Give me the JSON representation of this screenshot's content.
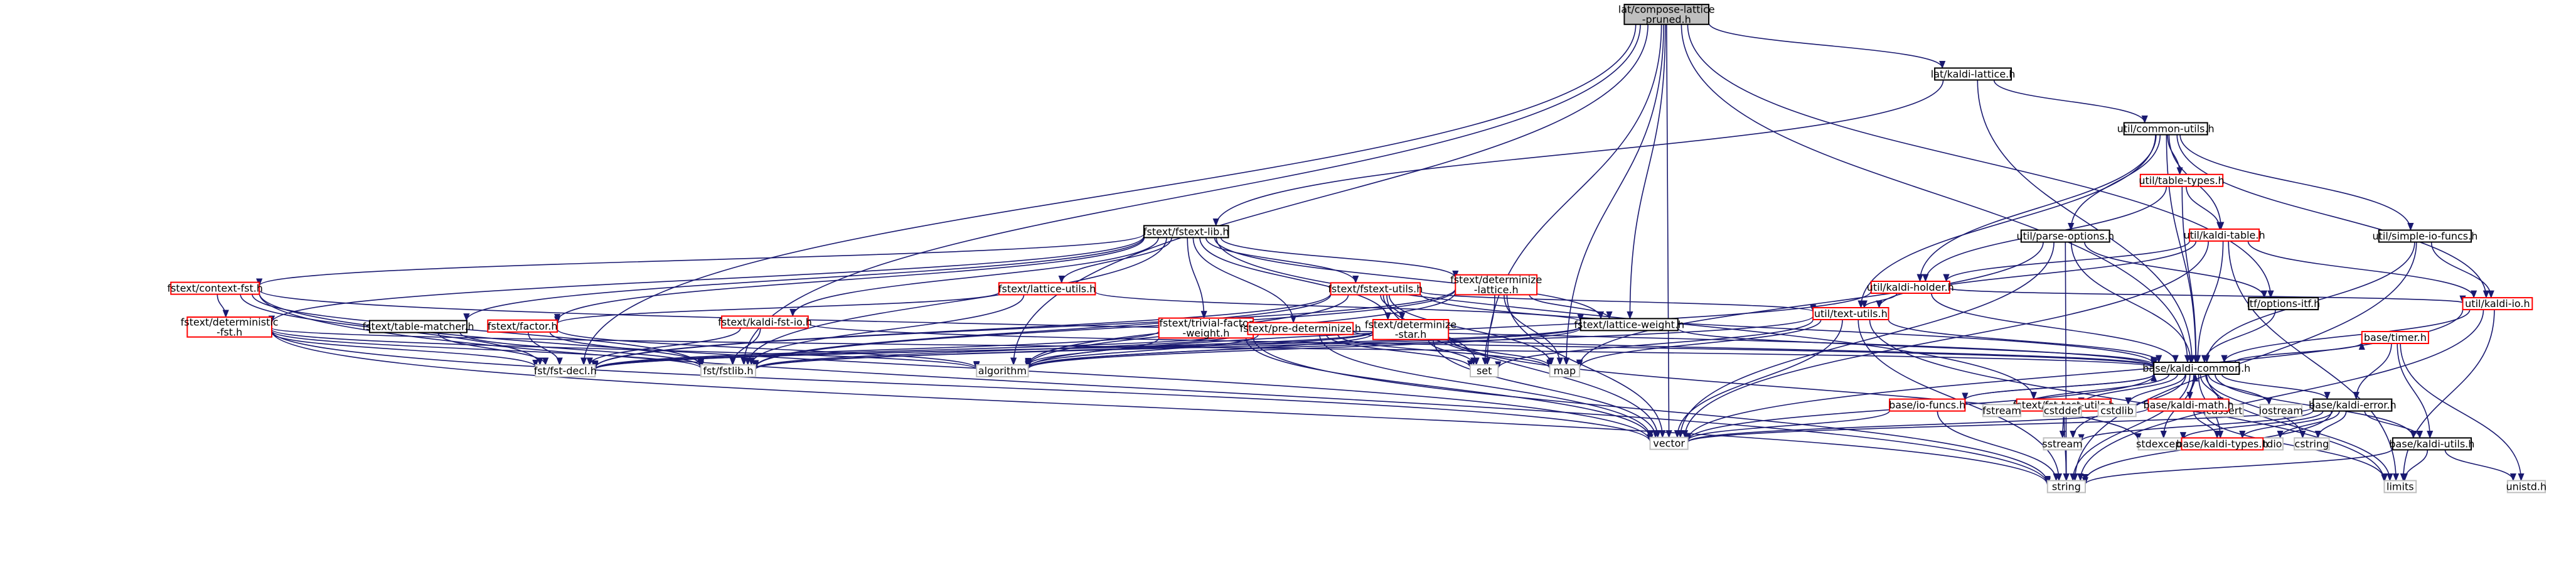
{
  "nodes": [
    {
      "id": "root",
      "lines": [
        "lat/compose-lattice",
        "-pruned.h"
      ],
      "kind": "root"
    },
    {
      "id": "kaldi_lattice",
      "lines": [
        "lat/kaldi-lattice.h"
      ],
      "kind": "black"
    },
    {
      "id": "fstext_lib",
      "lines": [
        "fstext/fstext-lib.h"
      ],
      "kind": "black"
    },
    {
      "id": "common_utils",
      "lines": [
        "util/common-utils.h"
      ],
      "kind": "black"
    },
    {
      "id": "table_types",
      "lines": [
        "util/table-types.h"
      ],
      "kind": "red"
    },
    {
      "id": "kaldi_table",
      "lines": [
        "util/kaldi-table.h"
      ],
      "kind": "red"
    },
    {
      "id": "kaldi_holder",
      "lines": [
        "util/kaldi-holder.h"
      ],
      "kind": "red"
    },
    {
      "id": "parse_options",
      "lines": [
        "util/parse-options.h"
      ],
      "kind": "black"
    },
    {
      "id": "simple_io",
      "lines": [
        "util/simple-io-funcs.h"
      ],
      "kind": "black"
    },
    {
      "id": "kaldi_io",
      "lines": [
        "util/kaldi-io.h"
      ],
      "kind": "red"
    },
    {
      "id": "options_itf",
      "lines": [
        "itf/options-itf.h"
      ],
      "kind": "black"
    },
    {
      "id": "text_utils",
      "lines": [
        "util/text-utils.h"
      ],
      "kind": "red"
    },
    {
      "id": "context_fst",
      "lines": [
        "fstext/context-fst.h"
      ],
      "kind": "red"
    },
    {
      "id": "deterministic_fst",
      "lines": [
        "fstext/deterministic",
        "-fst.h"
      ],
      "kind": "red"
    },
    {
      "id": "table_matcher",
      "lines": [
        "fstext/table-matcher.h"
      ],
      "kind": "black"
    },
    {
      "id": "factor",
      "lines": [
        "fstext/factor.h"
      ],
      "kind": "red"
    },
    {
      "id": "lattice_utils",
      "lines": [
        "fstext/lattice-utils.h"
      ],
      "kind": "red"
    },
    {
      "id": "kaldi_fst_io",
      "lines": [
        "fstext/kaldi-fst-io.h"
      ],
      "kind": "red"
    },
    {
      "id": "fstext_utils",
      "lines": [
        "fstext/fstext-utils.h"
      ],
      "kind": "red"
    },
    {
      "id": "trivial_factor",
      "lines": [
        "fstext/trivial-factor",
        "-weight.h"
      ],
      "kind": "red"
    },
    {
      "id": "pre_determinize",
      "lines": [
        "fstext/pre-determinize.h"
      ],
      "kind": "red"
    },
    {
      "id": "determinize_star",
      "lines": [
        "fstext/determinize",
        "-star.h"
      ],
      "kind": "red"
    },
    {
      "id": "determinize_lattice",
      "lines": [
        "fstext/determinize",
        "-lattice.h"
      ],
      "kind": "red"
    },
    {
      "id": "lattice_weight",
      "lines": [
        "fstext/lattice-weight.h"
      ],
      "kind": "black"
    },
    {
      "id": "fst_test_utils",
      "lines": [
        "fstext/fst-test-utils.h"
      ],
      "kind": "red"
    },
    {
      "id": "kaldi_common",
      "lines": [
        "base/kaldi-common.h"
      ],
      "kind": "black"
    },
    {
      "id": "fst_decl",
      "lines": [
        "fst/fst-decl.h"
      ],
      "kind": "gray"
    },
    {
      "id": "fstlib",
      "lines": [
        "fst/fstlib.h"
      ],
      "kind": "gray"
    },
    {
      "id": "algorithm",
      "lines": [
        "algorithm"
      ],
      "kind": "gray"
    },
    {
      "id": "set",
      "lines": [
        "set"
      ],
      "kind": "gray"
    },
    {
      "id": "map",
      "lines": [
        "map"
      ],
      "kind": "gray"
    },
    {
      "id": "vector",
      "lines": [
        "vector"
      ],
      "kind": "gray"
    },
    {
      "id": "string",
      "lines": [
        "string"
      ],
      "kind": "gray"
    },
    {
      "id": "limits",
      "lines": [
        "limits"
      ],
      "kind": "gray"
    },
    {
      "id": "unistd",
      "lines": [
        "unistd.h"
      ],
      "kind": "gray"
    },
    {
      "id": "fstream",
      "lines": [
        "fstream"
      ],
      "kind": "gray"
    },
    {
      "id": "cstddef",
      "lines": [
        "cstddef"
      ],
      "kind": "gray"
    },
    {
      "id": "cstdlib",
      "lines": [
        "cstdlib"
      ],
      "kind": "gray"
    },
    {
      "id": "cassert",
      "lines": [
        "cassert"
      ],
      "kind": "gray"
    },
    {
      "id": "iostream",
      "lines": [
        "iostream"
      ],
      "kind": "gray"
    },
    {
      "id": "sstream",
      "lines": [
        "sstream"
      ],
      "kind": "gray"
    },
    {
      "id": "stdexcept",
      "lines": [
        "stdexcept"
      ],
      "kind": "gray"
    },
    {
      "id": "cstdio",
      "lines": [
        "cstdio"
      ],
      "kind": "gray"
    },
    {
      "id": "cstring",
      "lines": [
        "cstring"
      ],
      "kind": "gray"
    },
    {
      "id": "io_funcs",
      "lines": [
        "base/io-funcs.h"
      ],
      "kind": "red"
    },
    {
      "id": "kaldi_math",
      "lines": [
        "base/kaldi-math.h"
      ],
      "kind": "red"
    },
    {
      "id": "kaldi_error",
      "lines": [
        "base/kaldi-error.h"
      ],
      "kind": "black"
    },
    {
      "id": "timer",
      "lines": [
        "base/timer.h"
      ],
      "kind": "red"
    },
    {
      "id": "kaldi_types",
      "lines": [
        "base/kaldi-types.h"
      ],
      "kind": "red"
    },
    {
      "id": "kaldi_utils",
      "lines": [
        "base/kaldi-utils.h"
      ],
      "kind": "black"
    }
  ],
  "edges": [
    [
      "root",
      "kaldi_lattice"
    ],
    [
      "root",
      "lattice_weight"
    ],
    [
      "root",
      "kaldi_common"
    ],
    [
      "root",
      "fst_decl"
    ],
    [
      "root",
      "fstlib"
    ],
    [
      "root",
      "algorithm"
    ],
    [
      "root",
      "vector"
    ],
    [
      "root",
      "map"
    ],
    [
      "root",
      "set"
    ],
    [
      "root",
      "options_itf"
    ],
    [
      "kaldi_lattice",
      "fstext_lib"
    ],
    [
      "kaldi_lattice",
      "common_utils"
    ],
    [
      "kaldi_lattice",
      "kaldi_common"
    ],
    [
      "fstext_lib",
      "context_fst"
    ],
    [
      "fstext_lib",
      "deterministic_fst"
    ],
    [
      "fstext_lib",
      "table_matcher"
    ],
    [
      "fstext_lib",
      "factor"
    ],
    [
      "fstext_lib",
      "lattice_utils"
    ],
    [
      "fstext_lib",
      "kaldi_fst_io"
    ],
    [
      "fstext_lib",
      "fstext_utils"
    ],
    [
      "fstext_lib",
      "trivial_factor"
    ],
    [
      "fstext_lib",
      "pre_determinize"
    ],
    [
      "fstext_lib",
      "determinize_star"
    ],
    [
      "fstext_lib",
      "determinize_lattice"
    ],
    [
      "fstext_lib",
      "lattice_weight"
    ],
    [
      "fstext_lib",
      "fst_test_utils"
    ],
    [
      "fstext_lib",
      "fstlib"
    ],
    [
      "common_utils",
      "table_types"
    ],
    [
      "common_utils",
      "kaldi_table"
    ],
    [
      "common_utils",
      "kaldi_holder"
    ],
    [
      "common_utils",
      "parse_options"
    ],
    [
      "common_utils",
      "simple_io"
    ],
    [
      "common_utils",
      "kaldi_io"
    ],
    [
      "common_utils",
      "text_utils"
    ],
    [
      "common_utils",
      "kaldi_common"
    ],
    [
      "table_types",
      "kaldi_table"
    ],
    [
      "table_types",
      "kaldi_holder"
    ],
    [
      "table_types",
      "kaldi_common"
    ],
    [
      "kaldi_table",
      "kaldi_holder"
    ],
    [
      "kaldi_table",
      "kaldi_io"
    ],
    [
      "kaldi_table",
      "text_utils"
    ],
    [
      "kaldi_table",
      "kaldi_common"
    ],
    [
      "kaldi_table",
      "vector"
    ],
    [
      "kaldi_table",
      "limits"
    ],
    [
      "kaldi_holder",
      "kaldi_io"
    ],
    [
      "kaldi_holder",
      "text_utils"
    ],
    [
      "kaldi_holder",
      "kaldi_common"
    ],
    [
      "kaldi_holder",
      "algorithm"
    ],
    [
      "parse_options",
      "options_itf"
    ],
    [
      "parse_options",
      "kaldi_common"
    ],
    [
      "parse_options",
      "map"
    ],
    [
      "parse_options",
      "vector"
    ],
    [
      "parse_options",
      "string"
    ],
    [
      "simple_io",
      "kaldi_io"
    ],
    [
      "simple_io",
      "kaldi_common"
    ],
    [
      "simple_io",
      "string"
    ],
    [
      "kaldi_io",
      "kaldi_common"
    ],
    [
      "kaldi_io",
      "limits"
    ],
    [
      "kaldi_io",
      "string"
    ],
    [
      "kaldi_io",
      "vector"
    ],
    [
      "options_itf",
      "kaldi_common"
    ],
    [
      "text_utils",
      "kaldi_common"
    ],
    [
      "text_utils",
      "algorithm"
    ],
    [
      "text_utils",
      "map"
    ],
    [
      "text_utils",
      "set"
    ],
    [
      "text_utils",
      "string"
    ],
    [
      "text_utils",
      "vector"
    ],
    [
      "text_utils",
      "limits"
    ],
    [
      "context_fst",
      "deterministic_fst"
    ],
    [
      "context_fst",
      "fst_decl"
    ],
    [
      "context_fst",
      "fstlib"
    ],
    [
      "context_fst",
      "vector"
    ],
    [
      "context_fst",
      "string"
    ],
    [
      "context_fst",
      "kaldi_common"
    ],
    [
      "deterministic_fst",
      "fst_decl"
    ],
    [
      "deterministic_fst",
      "fstlib"
    ],
    [
      "deterministic_fst",
      "algorithm"
    ],
    [
      "deterministic_fst",
      "vector"
    ],
    [
      "deterministic_fst",
      "string"
    ],
    [
      "deterministic_fst",
      "kaldi_common"
    ],
    [
      "table_matcher",
      "fst_decl"
    ],
    [
      "table_matcher",
      "fstlib"
    ],
    [
      "factor",
      "fst_decl"
    ],
    [
      "factor",
      "fstlib"
    ],
    [
      "factor",
      "algorithm"
    ],
    [
      "lattice_utils",
      "lattice_weight"
    ],
    [
      "lattice_utils",
      "factor"
    ],
    [
      "lattice_utils",
      "fstlib"
    ],
    [
      "kaldi_fst_io",
      "fst_decl"
    ],
    [
      "kaldi_fst_io",
      "fstlib"
    ],
    [
      "kaldi_fst_io",
      "kaldi_common"
    ],
    [
      "fstext_utils",
      "determinize_star"
    ],
    [
      "fstext_utils",
      "fst_decl"
    ],
    [
      "fstext_utils",
      "fstlib"
    ],
    [
      "fstext_utils",
      "algorithm"
    ],
    [
      "fstext_utils",
      "map"
    ],
    [
      "fstext_utils",
      "set"
    ],
    [
      "fstext_utils",
      "vector"
    ],
    [
      "fstext_utils",
      "text_utils"
    ],
    [
      "fstext_utils",
      "kaldi_common"
    ],
    [
      "trivial_factor",
      "fst_decl"
    ],
    [
      "trivial_factor",
      "algorithm"
    ],
    [
      "trivial_factor",
      "vector"
    ],
    [
      "trivial_factor",
      "string"
    ],
    [
      "pre_determinize",
      "fst_decl"
    ],
    [
      "pre_determinize",
      "fstlib"
    ],
    [
      "pre_determinize",
      "algorithm"
    ],
    [
      "pre_determinize",
      "map"
    ],
    [
      "pre_determinize",
      "set"
    ],
    [
      "pre_determinize",
      "vector"
    ],
    [
      "pre_determinize",
      "kaldi_common"
    ],
    [
      "determinize_star",
      "fst_decl"
    ],
    [
      "determinize_star",
      "fstlib"
    ],
    [
      "determinize_star",
      "algorithm"
    ],
    [
      "determinize_star",
      "map"
    ],
    [
      "determinize_star",
      "set"
    ],
    [
      "determinize_star",
      "vector"
    ],
    [
      "determinize_star",
      "stdexcept"
    ],
    [
      "determinize_lattice",
      "lattice_weight"
    ],
    [
      "determinize_lattice",
      "fst_decl"
    ],
    [
      "determinize_lattice",
      "fstlib"
    ],
    [
      "determinize_lattice",
      "algorithm"
    ],
    [
      "determinize_lattice",
      "map"
    ],
    [
      "determinize_lattice",
      "set"
    ],
    [
      "determinize_lattice",
      "vector"
    ],
    [
      "lattice_weight",
      "fst_decl"
    ],
    [
      "lattice_weight",
      "fstlib"
    ],
    [
      "lattice_weight",
      "kaldi_common"
    ],
    [
      "lattice_weight",
      "algorithm"
    ],
    [
      "fst_test_utils",
      "sstream"
    ],
    [
      "fst_test_utils",
      "string"
    ],
    [
      "kaldi_common",
      "fstream"
    ],
    [
      "kaldi_common",
      "cstddef"
    ],
    [
      "kaldi_common",
      "cstdlib"
    ],
    [
      "kaldi_common",
      "cassert"
    ],
    [
      "kaldi_common",
      "iostream"
    ],
    [
      "kaldi_common",
      "sstream"
    ],
    [
      "kaldi_common",
      "stdexcept"
    ],
    [
      "kaldi_common",
      "string"
    ],
    [
      "kaldi_common",
      "vector"
    ],
    [
      "kaldi_common",
      "cstring"
    ],
    [
      "kaldi_common",
      "limits"
    ],
    [
      "kaldi_common",
      "io_funcs"
    ],
    [
      "kaldi_common",
      "kaldi_math"
    ],
    [
      "kaldi_common",
      "kaldi_error"
    ],
    [
      "kaldi_common",
      "timer"
    ],
    [
      "kaldi_common",
      "kaldi_types"
    ],
    [
      "kaldi_common",
      "kaldi_utils"
    ],
    [
      "io_funcs",
      "vector"
    ],
    [
      "io_funcs",
      "string"
    ],
    [
      "io_funcs",
      "kaldi_common"
    ],
    [
      "kaldi_math",
      "kaldi_types"
    ],
    [
      "kaldi_math",
      "vector"
    ],
    [
      "kaldi_math",
      "limits"
    ],
    [
      "kaldi_math",
      "kaldi_common"
    ],
    [
      "kaldi_error",
      "sstream"
    ],
    [
      "kaldi_error",
      "stdexcept"
    ],
    [
      "kaldi_error",
      "vector"
    ],
    [
      "kaldi_error",
      "string"
    ],
    [
      "kaldi_error",
      "cstdio"
    ],
    [
      "kaldi_error",
      "cstring"
    ],
    [
      "kaldi_error",
      "kaldi_types"
    ],
    [
      "kaldi_error",
      "kaldi_utils"
    ],
    [
      "timer",
      "kaldi_utils"
    ],
    [
      "timer",
      "kaldi_error"
    ],
    [
      "timer",
      "unistd"
    ],
    [
      "kaldi_utils",
      "limits"
    ],
    [
      "kaldi_utils",
      "string"
    ],
    [
      "kaldi_utils",
      "unistd"
    ]
  ]
}
